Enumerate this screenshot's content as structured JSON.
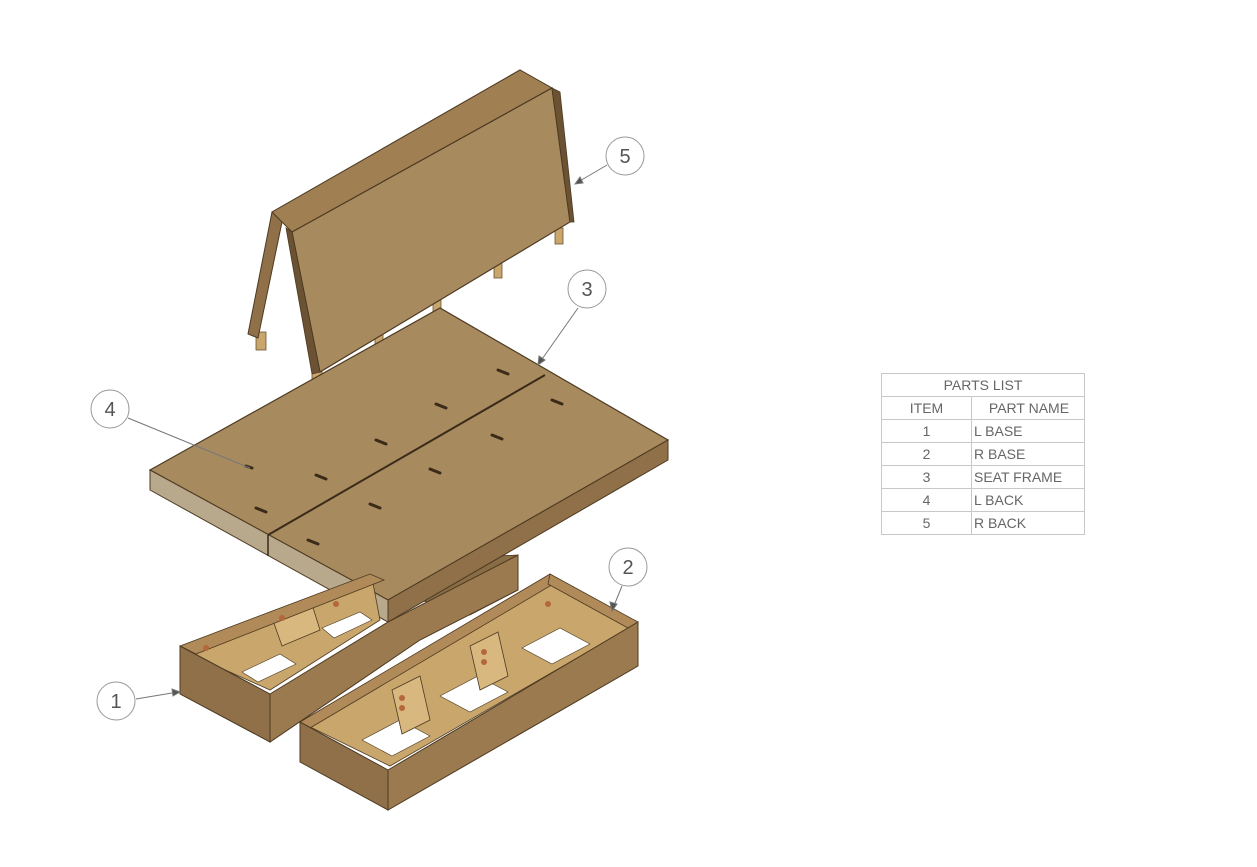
{
  "balloons": {
    "b1": "1",
    "b2": "2",
    "b3": "3",
    "b4": "4",
    "b5": "5"
  },
  "parts_list": {
    "title": "PARTS LIST",
    "headers": {
      "item": "ITEM",
      "name": "PART NAME"
    },
    "rows": [
      {
        "item": "1",
        "name": "L BASE"
      },
      {
        "item": "2",
        "name": "R BASE"
      },
      {
        "item": "3",
        "name": "SEAT FRAME"
      },
      {
        "item": "4",
        "name": "L BACK"
      },
      {
        "item": "5",
        "name": "R BACK"
      }
    ]
  },
  "colors": {
    "wood_top": "#a88a5f",
    "wood_face": "#8f7048",
    "wood_dark": "#6b5233",
    "chipboard_edge": "#b8a98c",
    "slot": "#3a2a18",
    "leader": "#777777"
  }
}
